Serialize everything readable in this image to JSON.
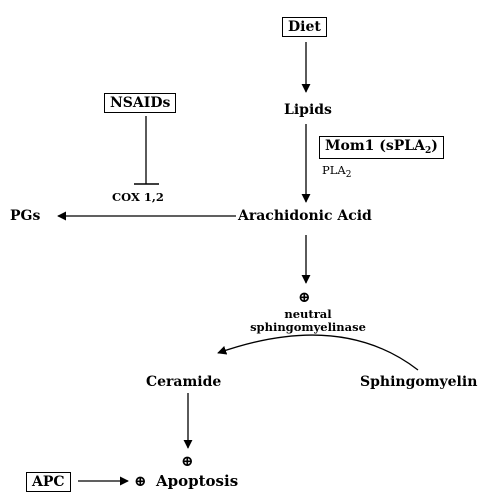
{
  "nodes": {
    "diet": "Diet",
    "lipids": "Lipids",
    "mom1": "Mom1 (sPLA",
    "mom1_sub": "2",
    "mom1_close": ")",
    "pla2": "PLA",
    "pla2_sub": "2",
    "nsaids": "NSAIDs",
    "cox": "COX 1,2",
    "pgs": "PGs",
    "arachidonic": "Arachidonic Acid",
    "plus1": "⊕",
    "neutral": "neutral",
    "sphingomyelinase": "sphingomyelinase",
    "ceramide": "Ceramide",
    "sphingomyelin": "Sphingomyelin",
    "plus2": "⊕",
    "apc": "APC",
    "plus3": "⊕",
    "apoptosis": "Apoptosis"
  }
}
